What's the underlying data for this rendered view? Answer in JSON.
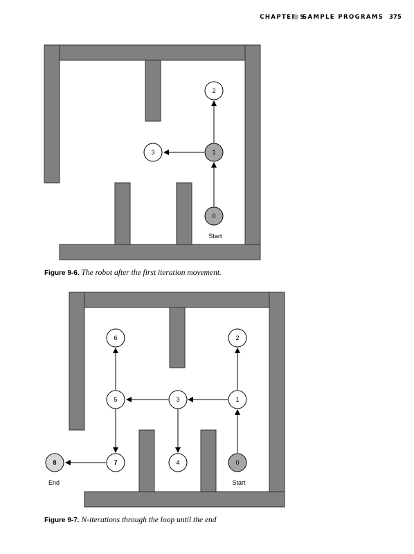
{
  "header": {
    "chapter": "CHAPTER 9",
    "title": "SAMPLE PROGRAMS",
    "page_number": "375"
  },
  "figure1": {
    "nodes": [
      {
        "label": "2",
        "style": "white"
      },
      {
        "label": "3",
        "style": "white"
      },
      {
        "label": "1",
        "style": "gray"
      },
      {
        "label": "0",
        "style": "gray"
      }
    ],
    "start_label": "Start",
    "caption_label": "Figure 9-6.",
    "caption_text": "The robot after the first iteration movement."
  },
  "figure2": {
    "nodes": [
      {
        "label": "6",
        "style": "white"
      },
      {
        "label": "2",
        "style": "white"
      },
      {
        "label": "5",
        "style": "white"
      },
      {
        "label": "3",
        "style": "white"
      },
      {
        "label": "1",
        "style": "white"
      },
      {
        "label": "8",
        "style": "light"
      },
      {
        "label": "7",
        "style": "white"
      },
      {
        "label": "4",
        "style": "white"
      },
      {
        "label": "0",
        "style": "gray"
      }
    ],
    "end_label": "End",
    "start_label": "Start",
    "caption_label": "Figure 9-7.",
    "caption_text": "N-iterations through the loop until the end"
  },
  "colors": {
    "wall_fill": "#808080",
    "wall_stroke": "#303030",
    "node_gray": "#a6a6a6",
    "node_light": "#d9d9d9",
    "node_white": "#ffffff"
  }
}
